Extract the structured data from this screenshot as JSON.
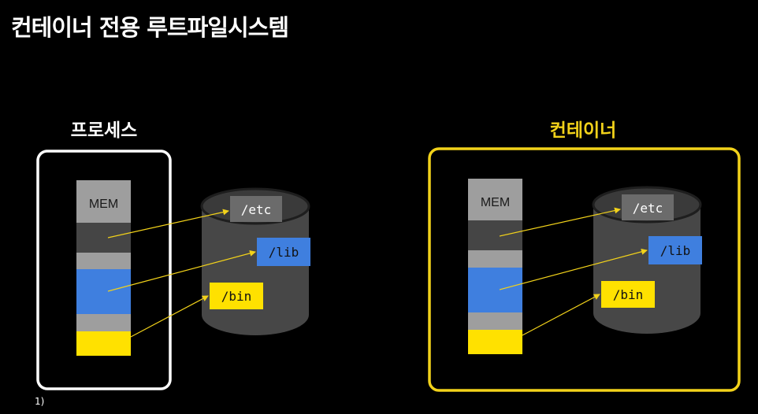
{
  "title": "컨테이너 전용 루트파일시스템",
  "footnote": "1)",
  "colors": {
    "background": "#000000",
    "process_frame": "#ffffff",
    "container_frame": "#f2d21a",
    "arrow": "#f2d21a",
    "mem_light": "#9e9e9e",
    "mem_dark": "#454545",
    "lib_blue": "#3f7fdf",
    "bin_yellow": "#ffe100",
    "cylinder_body": "#474747",
    "cylinder_top": "#404040"
  },
  "left": {
    "heading": "프로세스",
    "memory": {
      "label": "MEM"
    },
    "disk": {
      "etc": "/etc",
      "lib": "/lib",
      "bin": "/bin"
    }
  },
  "right": {
    "heading": "컨테이너",
    "memory": {
      "label": "MEM"
    },
    "disk": {
      "etc": "/etc",
      "lib": "/lib",
      "bin": "/bin"
    }
  }
}
